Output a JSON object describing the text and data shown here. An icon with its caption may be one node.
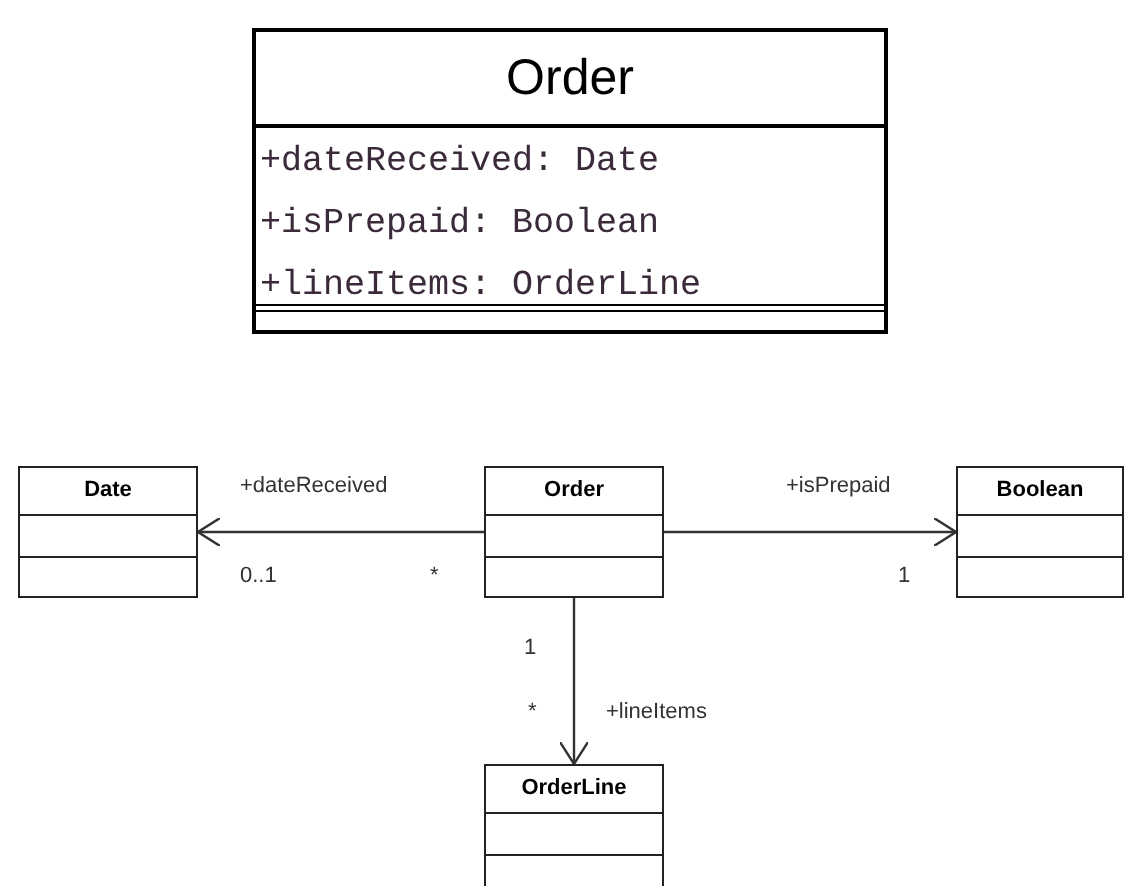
{
  "diagram": {
    "nodes": [
      {
        "text": [
          "Order",
          "+dateReceived: Date",
          "+isPrepaid: Boolean",
          "+lineItems: OrderLine"
        ]
      },
      {
        "text": [
          "Date"
        ]
      },
      {
        "text": [
          "Order"
        ]
      },
      {
        "text": [
          "Boolean"
        ]
      },
      {
        "text": [
          "OrderLine"
        ]
      }
    ],
    "edges": [
      {
        "from": 2,
        "to": 1,
        "arrow": "to",
        "label": "+dateReceived"
      },
      {
        "from": 2,
        "to": 3,
        "arrow": "to",
        "label": "+isPrepaid"
      },
      {
        "from": 2,
        "to": 4,
        "arrow": "to",
        "label": "+lineItems"
      }
    ],
    "labels": [
      "0..1",
      "*",
      "1",
      "1",
      "*"
    ]
  }
}
